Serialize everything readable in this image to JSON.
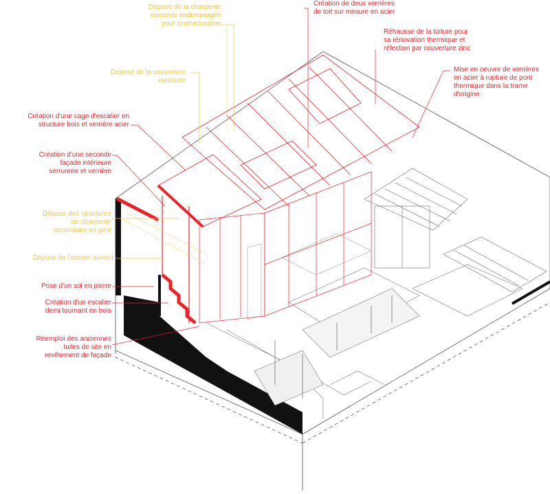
{
  "colors": {
    "red": "#e8242b",
    "yellow": "#f2c640",
    "black": "#111111",
    "grey": "#8a8a8a"
  },
  "annotations": {
    "depose_charpente": [
      "Dépose de la charpente",
      "existante endommagée",
      "pour restructuration"
    ],
    "creation_verrieres": [
      "Création de deux verrières",
      "de toit sur mesure en acier"
    ],
    "rehausse_toiture": [
      "Réhausse de la toiture pour",
      "sa rénovation thermique et",
      "réfection par couverture zinc"
    ],
    "mise_oeuvre_verrieres": [
      "Mise en oeuvre de verrières",
      "en acier à rupture de pont",
      "thermique dans la trame",
      "d'origine"
    ],
    "depose_couverture": [
      "Dépose de la couverture",
      "existante"
    ],
    "cage_escalier": [
      "Création d'une cage d'escalier en",
      "structure bois et verrière acier"
    ],
    "seconde_facade": [
      "Création d'une seconde",
      "façade intérieure",
      "serrurerie et verrière"
    ],
    "depose_structures": [
      "Dépose des structures",
      "de charpente",
      "secondaire en péril"
    ],
    "ancien_auvent": [
      "Dépose de l'ancien auvent"
    ],
    "sol_pierre": [
      "Pose d'un sol en pierre"
    ],
    "escalier_bois": [
      "Création d'un escalier",
      "demi tournant en bois"
    ],
    "tuiles_remploi": [
      "Réemploi des anciennes",
      "tuiles de site en",
      "revêtement de façade"
    ]
  }
}
